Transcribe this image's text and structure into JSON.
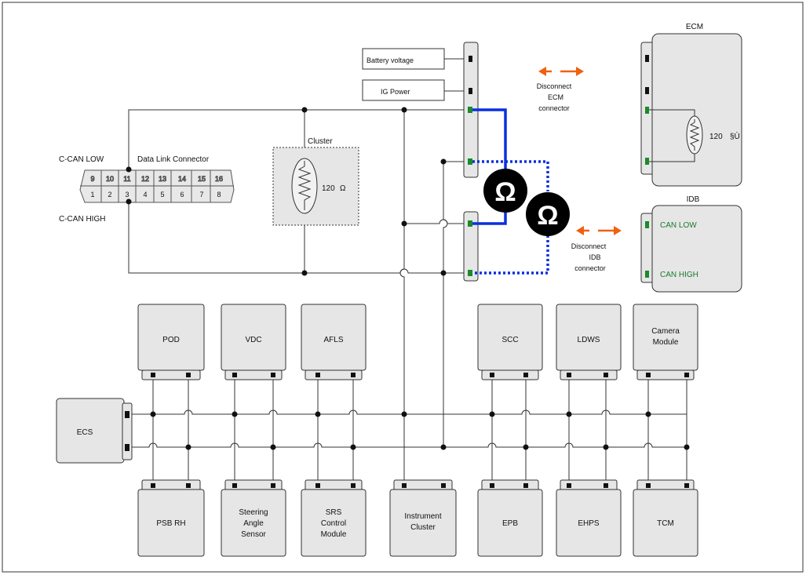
{
  "dlc": {
    "c_can_low": "C-CAN LOW",
    "c_can_high": "C-CAN HIGH",
    "title": "Data Link Connector",
    "top_pins": [
      "9",
      "10",
      "11",
      "12",
      "13",
      "14",
      "15",
      "16"
    ],
    "bottom_pins": [
      "1",
      "2",
      "3",
      "4",
      "5",
      "6",
      "7",
      "8"
    ]
  },
  "cluster": {
    "title": "Cluster",
    "value": "120",
    "unit": "Ω"
  },
  "inputs": {
    "battery": "Battery voltage",
    "ig_power": "IG Power"
  },
  "ecm": {
    "title": "ECM",
    "value": "120",
    "unit": "§Ù"
  },
  "idb": {
    "title": "IDB",
    "can_low": "CAN LOW",
    "can_high": "CAN HIGH"
  },
  "disconnect_ecm": [
    "Disconnect",
    "ECM",
    "connector"
  ],
  "disconnect_idb": [
    "Disconnect",
    "IDB",
    "connector"
  ],
  "ohm_symbol": "Ω",
  "top_modules": [
    "POD",
    "VDC",
    "AFLS",
    "SCC",
    "LDWS",
    [
      "Camera",
      "Module"
    ]
  ],
  "ecs": "ECS",
  "bottom_modules": [
    "PSB RH",
    [
      "Steering",
      "Angle",
      "Sensor"
    ],
    [
      "SRS",
      "Control",
      "Module"
    ],
    [
      "Instrument",
      "Cluster"
    ],
    "EPB",
    "EHPS",
    "TCM"
  ],
  "colors": {
    "bus_line": "#333333",
    "can_highlight": "#0a2fe0",
    "arrow": "#f06010",
    "pin_green": "#1a8a2a",
    "idb_text": "#1a7a2a"
  }
}
